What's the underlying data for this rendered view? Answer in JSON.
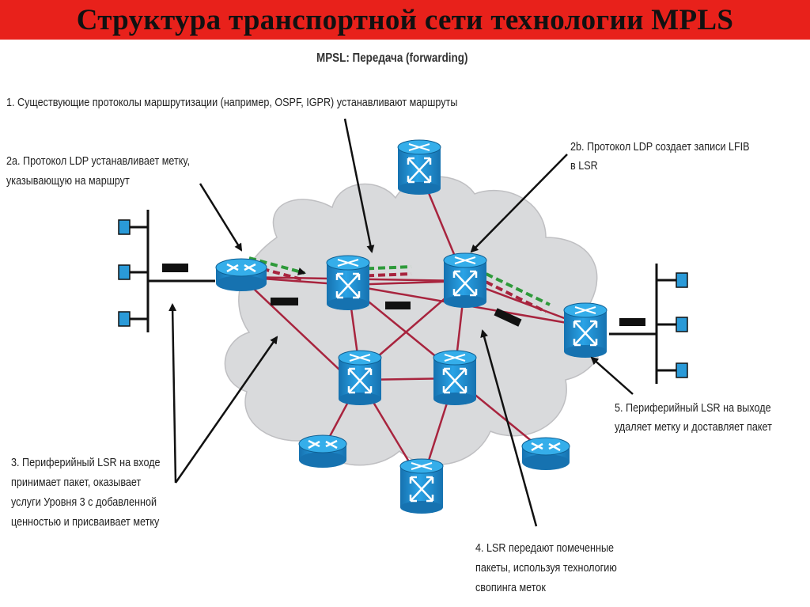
{
  "header": {
    "title": "Структура транспортной сети технологии MPLS",
    "bar_color": "#e8211b"
  },
  "diagram": {
    "subtitle": "MPSL: Передача (forwarding)",
    "annotations": {
      "a1": [
        "1. Существующие протоколы маршрутизации (например, OSPF, IGPR) устанавливают маршруты"
      ],
      "a2a": [
        "2a. Протокол LDP устанавливает метку,",
        "указывающую на маршрут"
      ],
      "a2b": [
        "2b. Протокол LDP создает записи LFIB",
        "в LSR"
      ],
      "a3": [
        "3. Периферийный LSR на входе",
        "принимает пакет, оказывает",
        "услуги Уровня 3 с добавленной",
        "ценностью и присваивает метку"
      ],
      "a4": [
        "4. LSR передают помеченные",
        "пакеты, используя технологию",
        "свопинга меток"
      ],
      "a5": [
        "5. Периферийный LSR на выходе",
        "удаляет метку и доставляет пакет"
      ]
    },
    "colors": {
      "router": "#1e8fd0",
      "router_dark": "#1270a8",
      "cloud": "#d9dadc",
      "link": "#a8243e",
      "host": "#2a9ad8",
      "arrow_green": "#2e9a3a",
      "arrow_red": "#a8243e"
    },
    "icons": {
      "router": "router-icon",
      "switch": "lsr-switch-icon",
      "host": "host-icon",
      "packet": "packet-icon"
    }
  }
}
